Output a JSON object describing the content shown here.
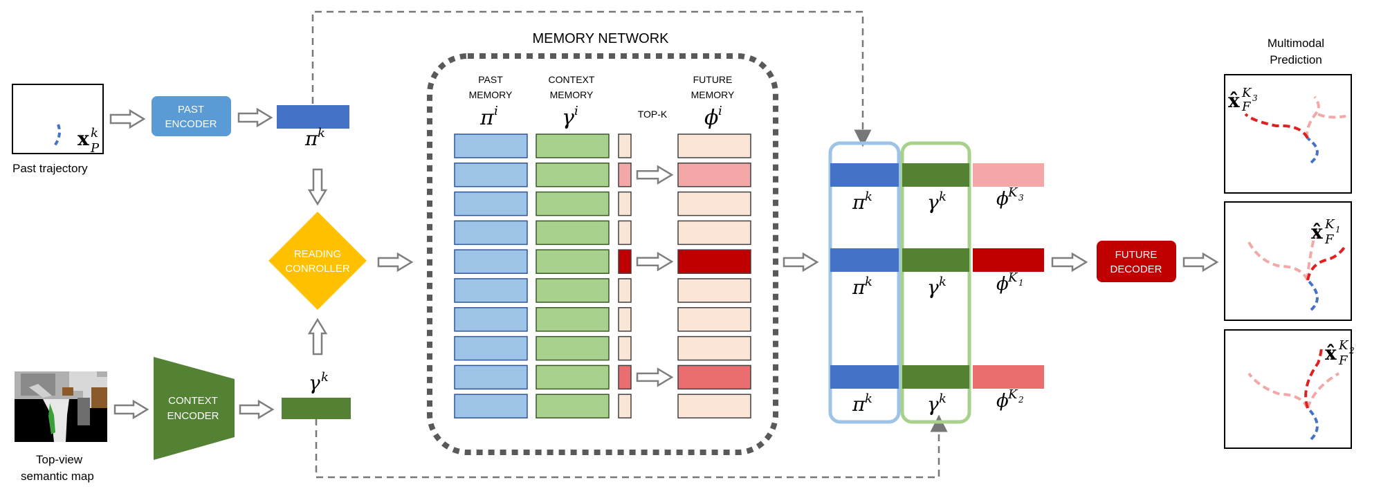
{
  "labels": {
    "past_trajectory": "Past trajectory",
    "topview_line1": "Top-view",
    "topview_line2": "semantic map",
    "past_encoder_1": "PAST",
    "past_encoder_2": "ENCODER",
    "context_encoder_1": "CONTEXT",
    "context_encoder_2": "ENCODER",
    "reading_1": "READING",
    "reading_2": "CONROLLER",
    "memory_network": "MEMORY NETWORK",
    "past_memory_1": "PAST",
    "past_memory_2": "MEMORY",
    "context_memory_1": "CONTEXT",
    "context_memory_2": "MEMORY",
    "topk": "TOP-K",
    "future_memory_1": "FUTURE",
    "future_memory_2": "MEMORY",
    "future_decoder_1": "FUTURE",
    "future_decoder_2": "DECODER",
    "multimodal_1": "Multimodal",
    "multimodal_2": "Prediction"
  },
  "math": {
    "x_p": "x",
    "x_p_sup": "k",
    "x_p_sub": "P",
    "pi_k": "π",
    "pi_k_sup": "k",
    "gamma_k": "γ",
    "gamma_k_sup": "k",
    "pi_i": "π",
    "pi_i_sup": "i",
    "gamma_i": "γ",
    "gamma_i_sup": "i",
    "phi_i": "ϕ",
    "phi_i_sup": "i",
    "phi_k3": "ϕ",
    "phi_k3_sup": "K",
    "phi_k3_subsup": "3",
    "phi_k1": "ϕ",
    "phi_k1_sup": "K",
    "phi_k1_subsup": "1",
    "phi_k2": "ϕ",
    "phi_k2_sup": "K",
    "phi_k2_subsup": "2",
    "xf": "x̂",
    "xf_sub": "F",
    "xf_k3_sup": "K",
    "xf_k3_subsup": "3",
    "xf_k1_sup": "K",
    "xf_k1_subsup": "1",
    "xf_k2_sup": "K",
    "xf_k2_subsup": "2"
  },
  "colors": {
    "past_blue": "#4472c4",
    "past_memory_fill": "#9dc3e6",
    "context_green": "#548235",
    "context_memory_fill": "#a9d18e",
    "future_memory_fill": "#fbe5d6",
    "phi_k1": "#c00000",
    "phi_k2": "#ea6d6f",
    "phi_k3": "#f4a7a7",
    "past_encoder": "#5b9bd5",
    "reading_controller": "#ffc000",
    "future_decoder": "#c00000"
  },
  "memory": {
    "topk_selected": [
      {
        "row": 1,
        "color": "#f4a7a7"
      },
      {
        "row": 4,
        "color": "#c00000"
      },
      {
        "row": 8,
        "color": "#ea6d6f"
      }
    ]
  }
}
